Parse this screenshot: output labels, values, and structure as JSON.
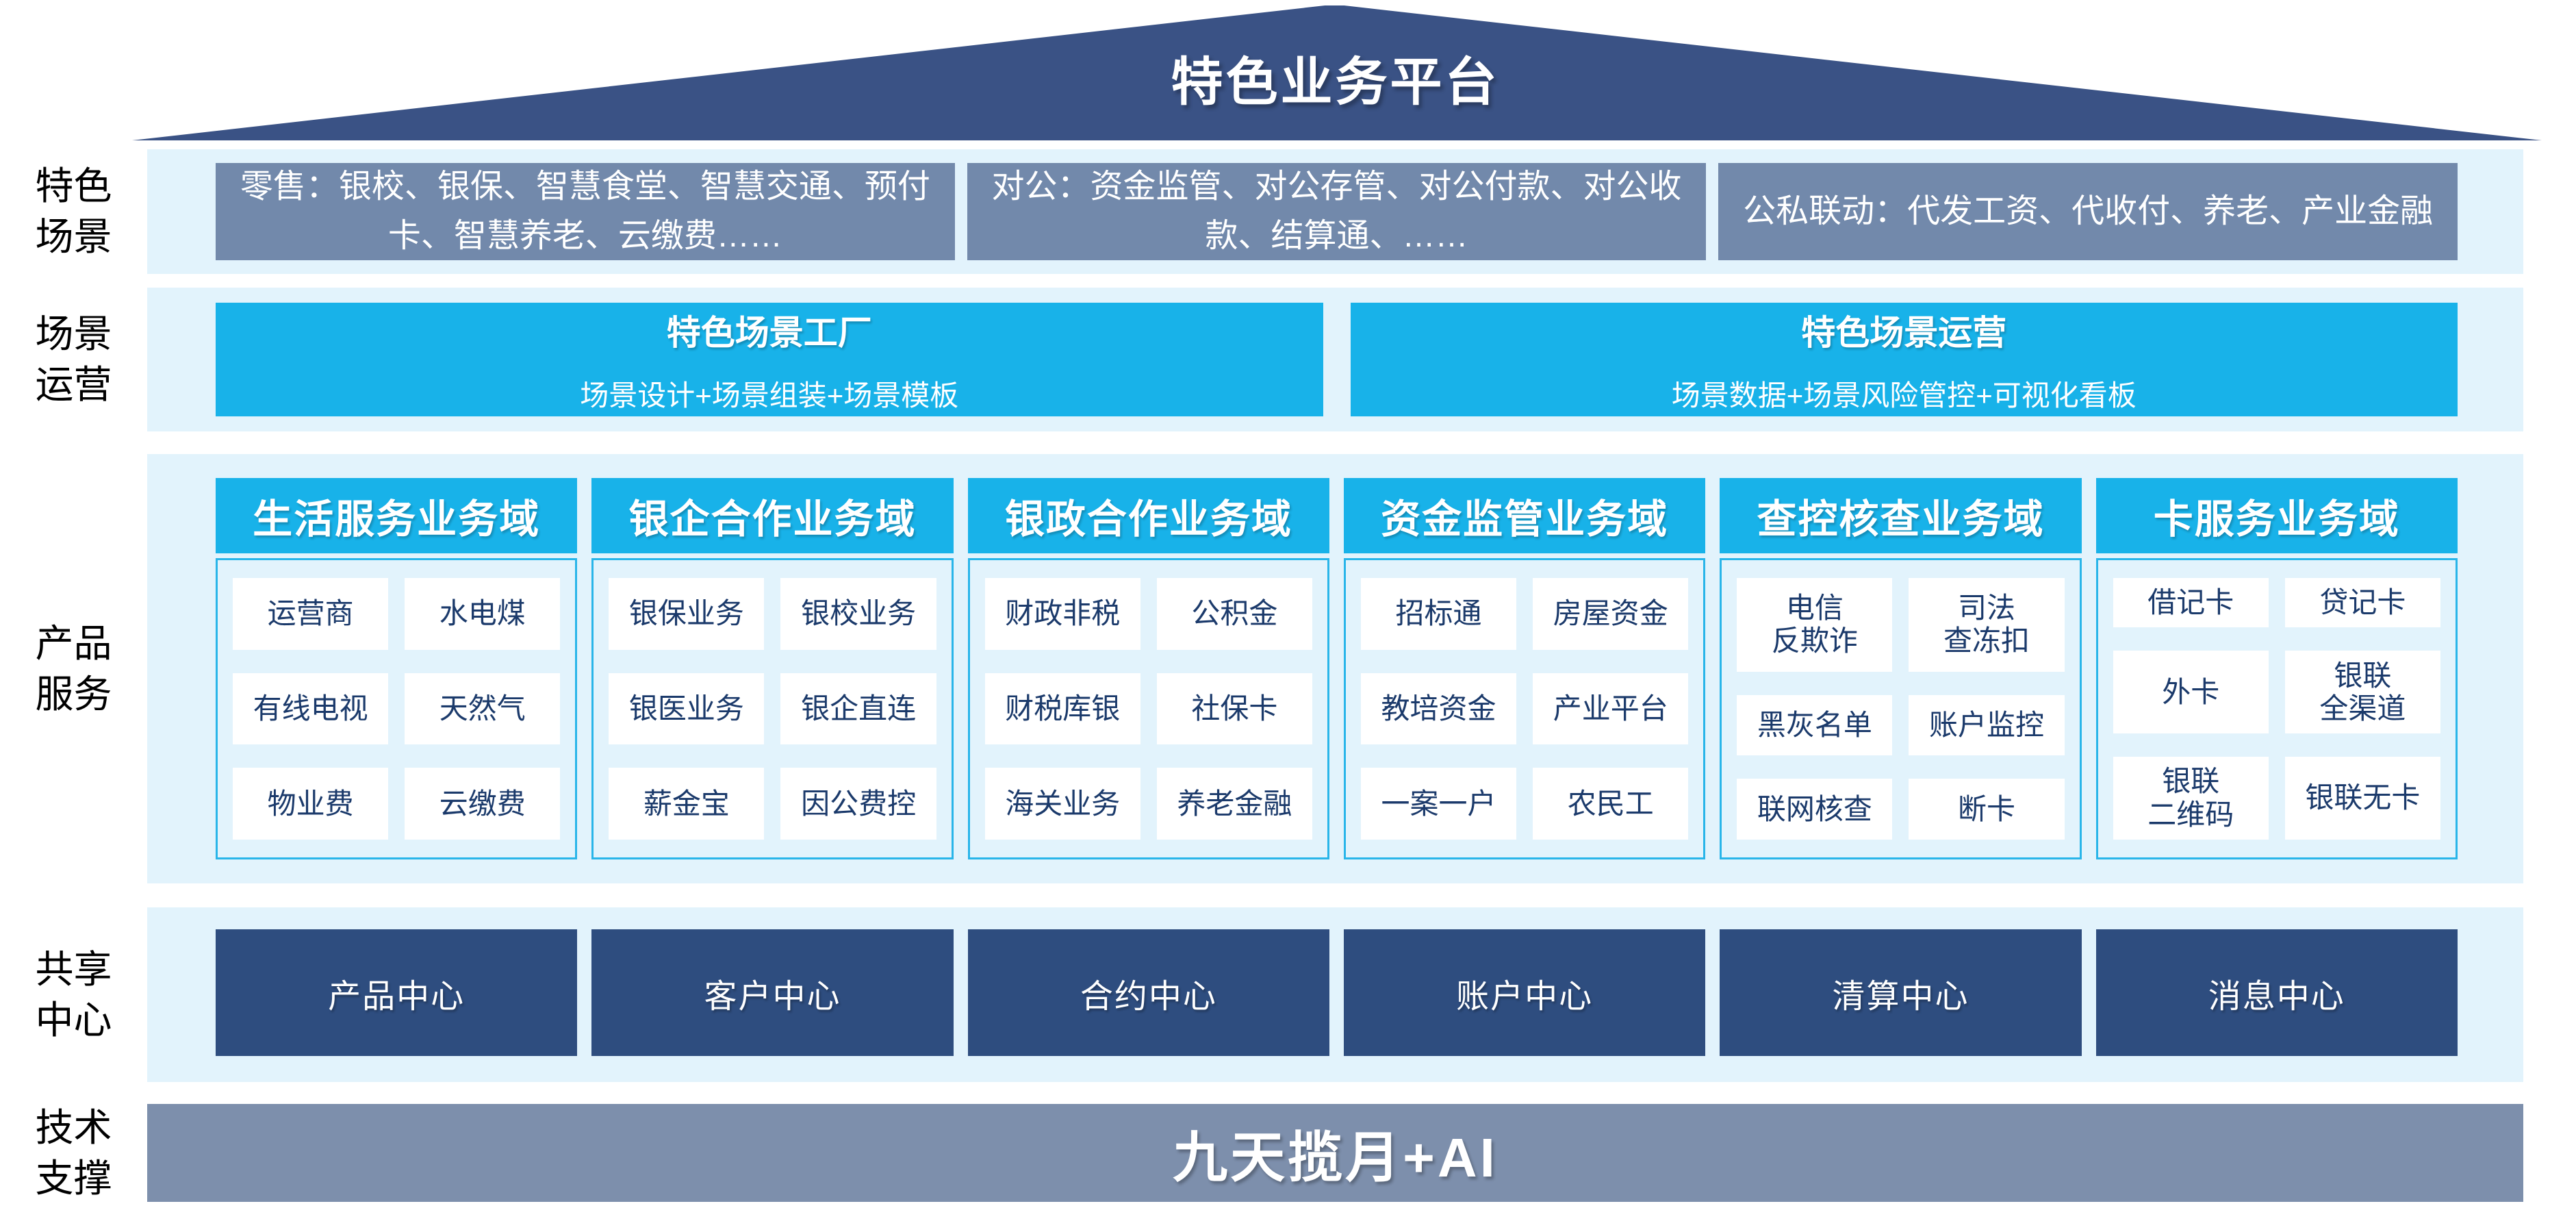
{
  "title": "特色业务平台",
  "colors": {
    "roof_navy": "#3a5285",
    "band_light_blue": "#e2f3fc",
    "scenario_gray": "#7289ab",
    "cyan": "#18b2e9",
    "cyan_border": "#29b5e9",
    "center_navy": "#2e4d7f",
    "tech_gray_blue": "#7d8fac",
    "cell_text_navy": "#1b3a6b"
  },
  "rows": {
    "scenarios": {
      "label": "特色\n场景",
      "boxes": [
        "零售：银校、银保、智慧食堂、智慧交通、预付卡、智慧养老、云缴费……",
        "对公：资金监管、对公存管、对公付款、对公收款、结算通、……",
        "公私联动：代发工资、代收付、养老、产业金融"
      ]
    },
    "operations": {
      "label": "场景\n运营",
      "boxes": [
        {
          "title": "特色场景工厂",
          "subtitle": "场景设计+场景组装+场景模板"
        },
        {
          "title": "特色场景运营",
          "subtitle": "场景数据+场景风险管控+可视化看板"
        }
      ]
    },
    "products": {
      "label": "产品\n服务",
      "columns": [
        {
          "header": "生活服务业务域",
          "cells": [
            "运营商",
            "水电煤",
            "有线电视",
            "天然气",
            "物业费",
            "云缴费"
          ]
        },
        {
          "header": "银企合作业务域",
          "cells": [
            "银保业务",
            "银校业务",
            "银医业务",
            "银企直连",
            "薪金宝",
            "因公费控"
          ]
        },
        {
          "header": "银政合作业务域",
          "cells": [
            "财政非税",
            "公积金",
            "财税库银",
            "社保卡",
            "海关业务",
            "养老金融"
          ]
        },
        {
          "header": "资金监管业务域",
          "cells": [
            "招标通",
            "房屋资金",
            "教培资金",
            "产业平台",
            "一案一户",
            "农民工"
          ]
        },
        {
          "header": "查控核查业务域",
          "cells": [
            "电信\n反欺诈",
            "司法\n查冻扣",
            "黑灰名单",
            "账户监控",
            "联网核查",
            "断卡"
          ]
        },
        {
          "header": "卡服务业务域",
          "cells": [
            "借记卡",
            "贷记卡",
            "外卡",
            "银联\n全渠道",
            "银联\n二维码",
            "银联无卡"
          ]
        }
      ]
    },
    "shared": {
      "label": "共享\n中心",
      "centers": [
        "产品中心",
        "客户中心",
        "合约中心",
        "账户中心",
        "清算中心",
        "消息中心"
      ]
    },
    "tech": {
      "label": "技术\n支撑",
      "text": "九天揽月+AI"
    }
  }
}
